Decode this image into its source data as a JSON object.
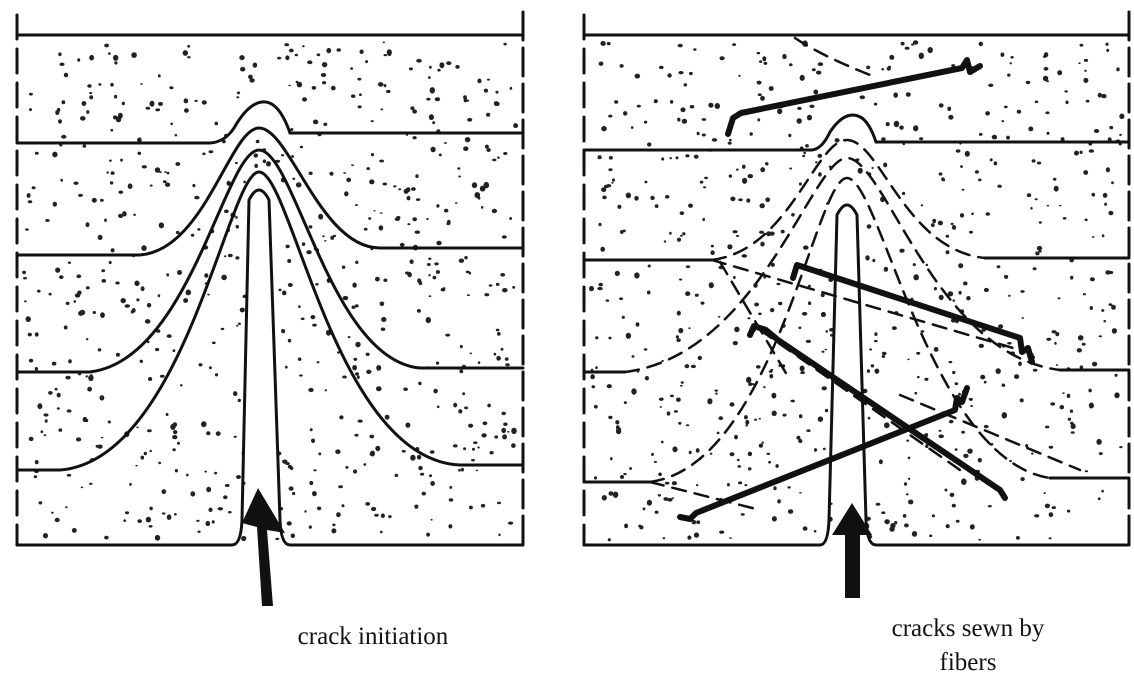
{
  "captions": {
    "left": "crack initiation",
    "right_line1": "cracks sewn by",
    "right_line2": "fibers"
  },
  "colors": {
    "ink": "#111111",
    "background": "#ffffff"
  }
}
